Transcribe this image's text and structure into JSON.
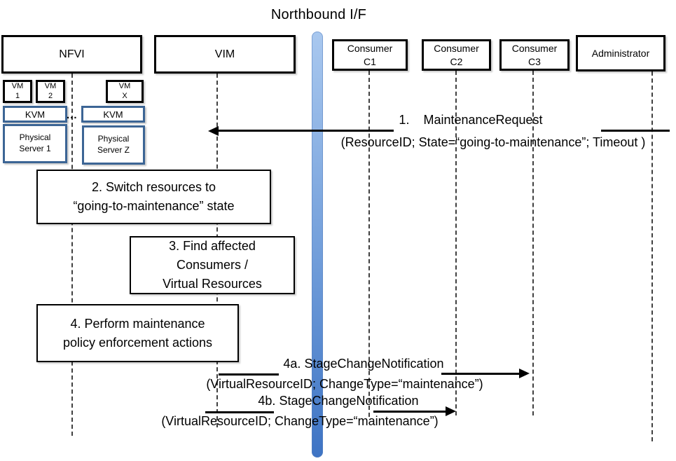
{
  "title": "Northbound I/F",
  "actors": [
    {
      "id": "nfvi",
      "label": "NFVI"
    },
    {
      "id": "vim",
      "label": "VIM"
    },
    {
      "id": "consumer-c1",
      "label": "Consumer",
      "sublabel": "C1"
    },
    {
      "id": "consumer-c2",
      "label": "Consumer",
      "sublabel": "C2"
    },
    {
      "id": "consumer-c3",
      "label": "Consumer",
      "sublabel": "C3"
    },
    {
      "id": "administrator",
      "label": "Administrator"
    }
  ],
  "nfvi_internals": {
    "vms": [
      {
        "line1": "VM",
        "line2": "1"
      },
      {
        "line1": "VM",
        "line2": "2"
      },
      {
        "line1": "VM",
        "line2": "X"
      }
    ],
    "hypervisors": [
      "KVM",
      "KVM"
    ],
    "ellipsis": "...",
    "servers": [
      {
        "line1": "Physical",
        "line2": "Server 1"
      },
      {
        "line1": "Physical",
        "line2": "Server Z"
      }
    ]
  },
  "steps": [
    {
      "id": "2",
      "lines": [
        "2. Switch resources to",
        "“going-to-maintenance” state"
      ]
    },
    {
      "id": "3",
      "lines": [
        "3. Find affected",
        "Consumers /",
        "Virtual Resources"
      ]
    },
    {
      "id": "4",
      "lines": [
        "4. Perform maintenance",
        "policy enforcement actions"
      ]
    }
  ],
  "messages": [
    {
      "id": "1",
      "label": "1.    MaintenanceRequest",
      "params": "(ResourceID; State=“going-to-maintenance”; Timeout )",
      "from": "administrator",
      "to": "vim"
    },
    {
      "id": "4a",
      "label": "4a. StageChangeNotification",
      "params": "(VirtualResourceID; ChangeType=“maintenance”)",
      "from": "vim",
      "to": "consumer-c3"
    },
    {
      "id": "4b",
      "label": "4b. StageChangeNotification",
      "params": "(VirtualResourceID; ChangeType=“maintenance”)",
      "from": "vim",
      "to": "consumer-c2"
    }
  ],
  "colors": {
    "accent_border": "#3c6595",
    "bar_top": "#a9c8ef",
    "bar_bottom": "#3e74c4",
    "lifeline": "#404040"
  }
}
